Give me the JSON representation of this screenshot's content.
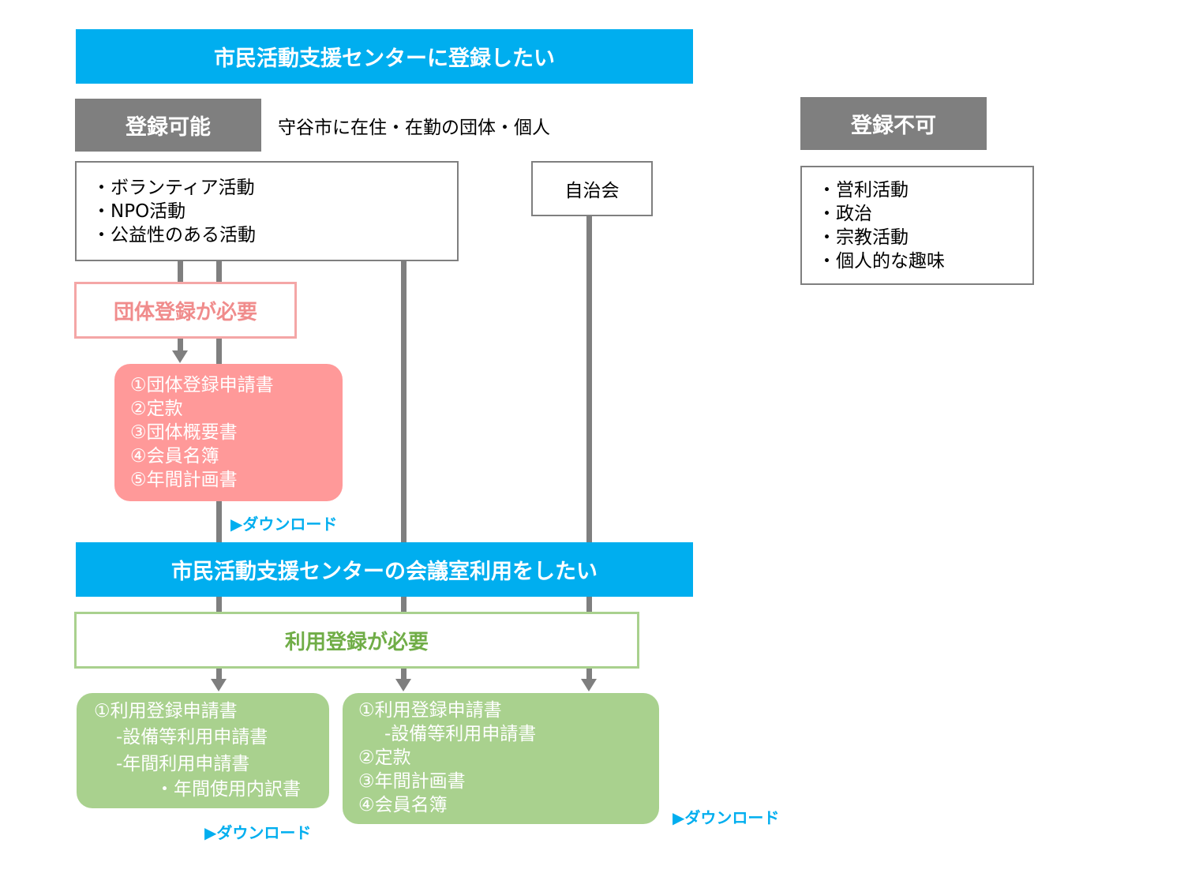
{
  "register_banner": "市民活動支援センターに登録したい",
  "eligible": {
    "label": "登録可能",
    "condition": "守谷市に在住・在勤の団体・個人",
    "activities": [
      "・ボランティア活動",
      "・NPO活動",
      "・公益性のある活動"
    ],
    "jichikai": "自治会"
  },
  "ineligible": {
    "label": "登録不可",
    "items": [
      "・営利活動",
      "・政治",
      "・宗教活動",
      "・個人的な趣味"
    ]
  },
  "group_registration": {
    "required_label": "団体登録が必要",
    "documents": [
      "①団体登録申請書",
      "②定款",
      "③団体概要書",
      "④会員名簿",
      "⑤年間計画書"
    ],
    "download": "▶ダウンロード"
  },
  "room_banner": "市民活動支援センターの会議室利用をしたい",
  "usage_registration": {
    "required_label": "利用登録が必要",
    "documents_left": [
      "①利用登録申請書",
      "-設備等利用申請書",
      "-年間利用申請書",
      "・年間使用内訳書"
    ],
    "download_left": "▶ダウンロード",
    "documents_right": [
      "①利用登録申請書",
      "-設備等利用申請書",
      "②定款",
      "③年間計画書",
      "④会員名簿"
    ],
    "download_right": "▶ダウンロード"
  },
  "colors": {
    "banner": "#00aeef",
    "gray": "#7f7f7f",
    "pink": "#ff9999",
    "green": "#a9d18e",
    "green_text": "#70ad47"
  }
}
